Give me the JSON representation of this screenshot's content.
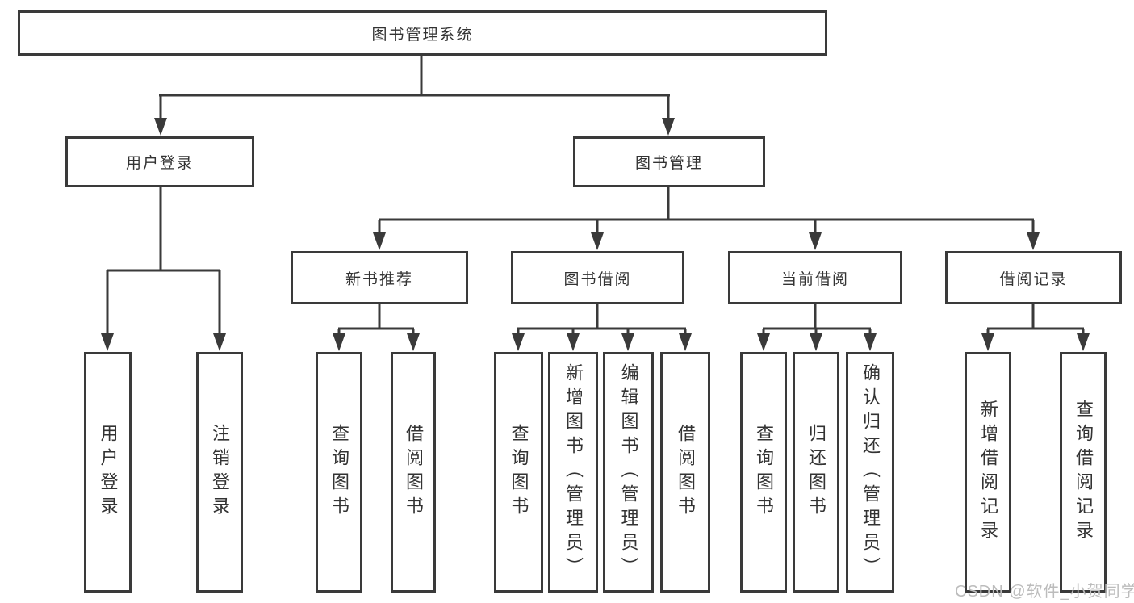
{
  "diagram_title": "图书管理系统",
  "nodes": {
    "root": {
      "label": "图书管理系统"
    },
    "level2": [
      {
        "label": "用户登录"
      },
      {
        "label": "图书管理"
      }
    ],
    "level3": [
      {
        "label": "新书推荐",
        "parent": "图书管理"
      },
      {
        "label": "图书借阅",
        "parent": "图书管理"
      },
      {
        "label": "当前借阅",
        "parent": "图书管理"
      },
      {
        "label": "借阅记录",
        "parent": "图书管理"
      }
    ],
    "leaves": [
      {
        "label": "用户登录",
        "parent": "用户登录"
      },
      {
        "label": "注销登录",
        "parent": "用户登录"
      },
      {
        "label": "查询图书",
        "parent": "新书推荐"
      },
      {
        "label": "借阅图书",
        "parent": "新书推荐"
      },
      {
        "label": "查询图书",
        "parent": "图书借阅"
      },
      {
        "label": "新增图书（管理员）",
        "parent": "图书借阅"
      },
      {
        "label": "编辑图书（管理员）",
        "parent": "图书借阅"
      },
      {
        "label": "借阅图书",
        "parent": "图书借阅"
      },
      {
        "label": "查询图书",
        "parent": "当前借阅"
      },
      {
        "label": "归还图书",
        "parent": "当前借阅"
      },
      {
        "label": "确认归还（管理员）",
        "parent": "当前借阅"
      },
      {
        "label": "新增借阅记录",
        "parent": "借阅记录"
      },
      {
        "label": "查询借阅记录",
        "parent": "借阅记录"
      }
    ]
  },
  "watermark": {
    "text": "CSDN @软件_小贺同学"
  },
  "colors": {
    "line": "#3a3a3a",
    "text": "#333333",
    "watermark": "#bcbcbc",
    "background": "#ffffff"
  }
}
